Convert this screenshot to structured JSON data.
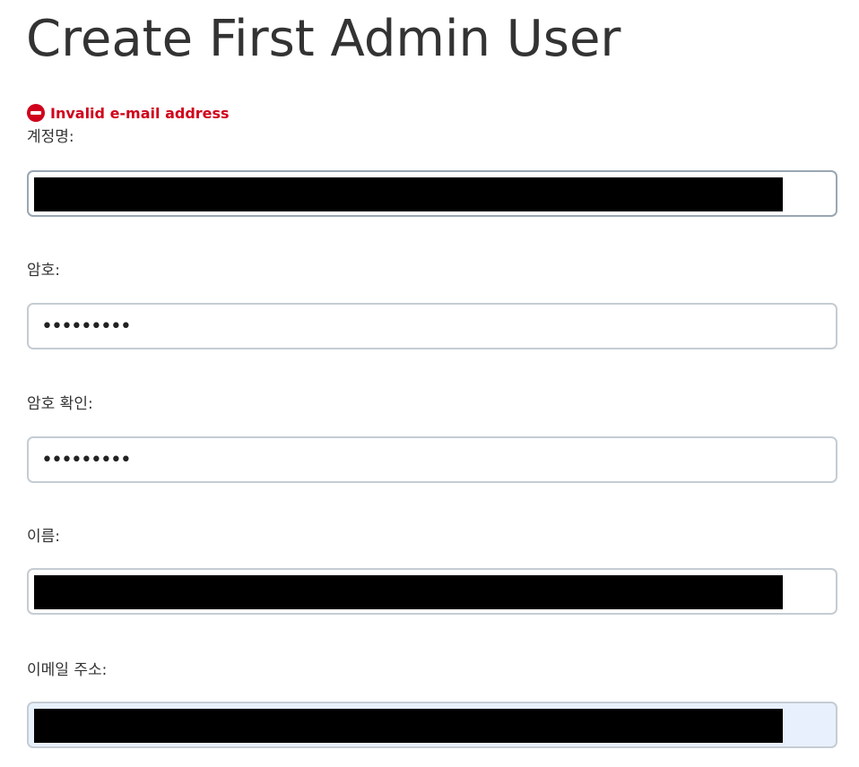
{
  "page": {
    "title": "Create First Admin User"
  },
  "error": {
    "icon": "no-entry-icon",
    "message": "Invalid e-mail address",
    "color": "#d0021b"
  },
  "form": {
    "username": {
      "label": "계정명:",
      "value": ""
    },
    "password": {
      "label": "암호:",
      "masked_value": "•••••••••"
    },
    "password_confirm": {
      "label": "암호 확인:",
      "masked_value": "•••••••••"
    },
    "full_name": {
      "label": "이름:",
      "value": ""
    },
    "email": {
      "label": "이메일 주소:",
      "value": ""
    }
  }
}
